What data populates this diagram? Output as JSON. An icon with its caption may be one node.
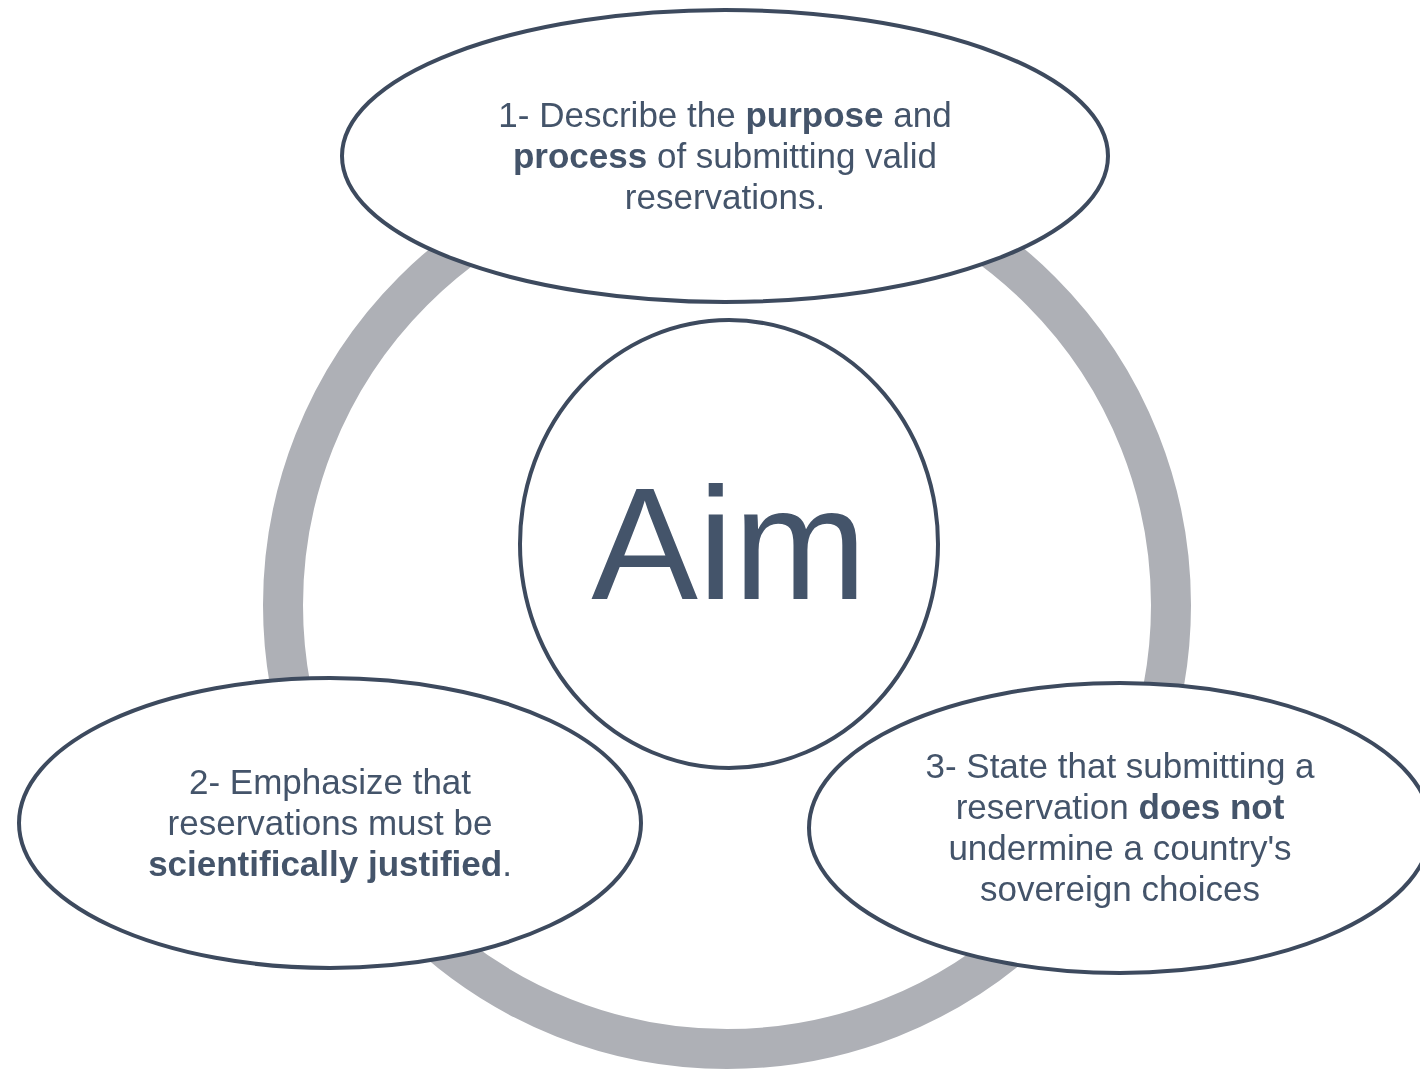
{
  "diagram": {
    "nodes": [
      {
        "text": [
          "1- Describe the **purpose** and **process** of submitting valid reservations."
        ]
      },
      {
        "text": [
          "Aim"
        ]
      },
      {
        "text": [
          "2- Emphasize that reservations must be **scientifically justified**."
        ]
      },
      {
        "text": [
          "3- State that submitting a reservation **does not** undermine a country's sovereign choices"
        ]
      }
    ],
    "edges": []
  }
}
